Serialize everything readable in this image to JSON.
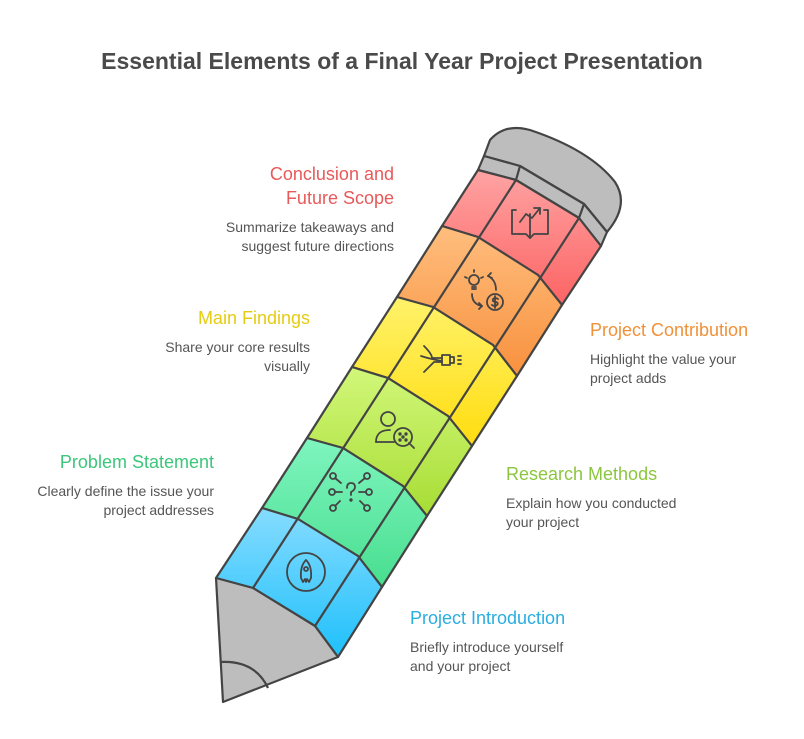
{
  "title": "Essential Elements of a Final Year Project Presentation",
  "colors": {
    "conclusion": "#e8595a",
    "contribution": "#f0913a",
    "findings": "#e5cc12",
    "methods": "#8cc63f",
    "problem": "#3cc67a",
    "introduction": "#29aee0",
    "outline": "#444444",
    "gray": "#bdbdbd"
  },
  "stages": [
    {
      "id": "introduction",
      "title": "Project Introduction",
      "description_lines": [
        "Briefly introduce yourself",
        "and your project"
      ],
      "icon": "rocket-icon"
    },
    {
      "id": "problem",
      "title": "Problem Statement",
      "description_lines": [
        "Clearly define the issue your",
        "project addresses"
      ],
      "icon": "question-network-icon"
    },
    {
      "id": "methods",
      "title": "Research Methods",
      "description_lines": [
        "Explain how you conducted",
        "your project"
      ],
      "icon": "user-search-icon"
    },
    {
      "id": "findings",
      "title": "Main Findings",
      "description_lines": [
        "Share your core results",
        "visually"
      ],
      "icon": "spotlight-icon"
    },
    {
      "id": "contribution",
      "title": "Project Contribution",
      "description_lines": [
        "Highlight the value your",
        "project adds"
      ],
      "icon": "idea-money-cycle-icon"
    },
    {
      "id": "conclusion",
      "title_lines": [
        "Conclusion and",
        "Future Scope"
      ],
      "description_lines": [
        "Summarize takeaways and",
        "suggest future directions"
      ],
      "icon": "book-growth-icon"
    }
  ]
}
